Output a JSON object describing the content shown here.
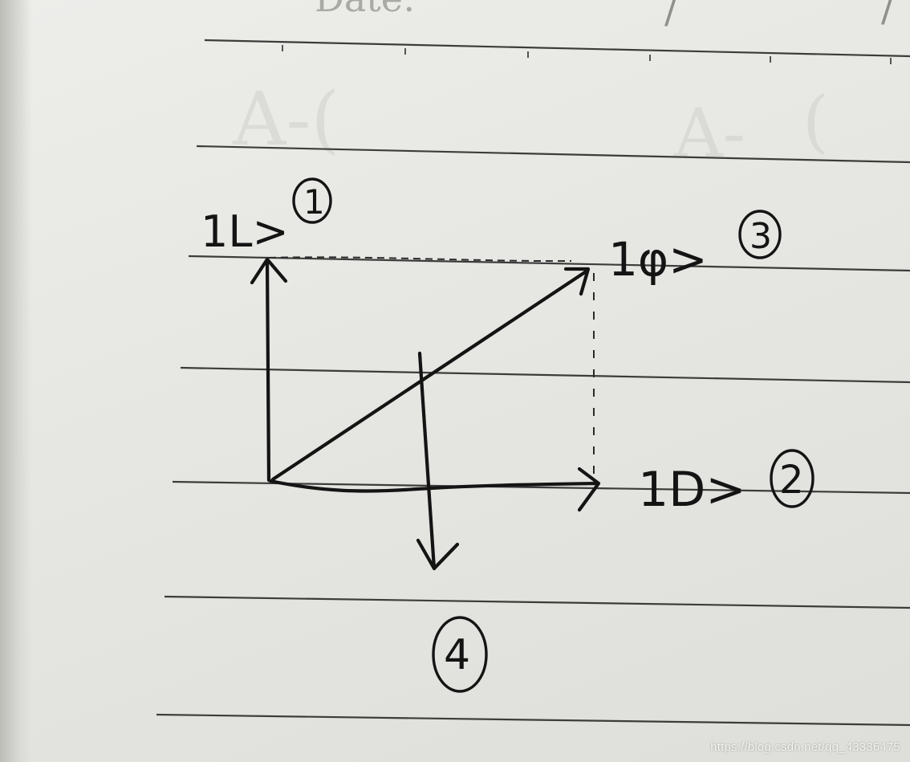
{
  "header": {
    "date_label": "Date:",
    "date_slash": "/"
  },
  "diagram": {
    "nodes": [
      {
        "id": "n1",
        "label": "1L>",
        "marker": "1"
      },
      {
        "id": "n2",
        "label": "1D>",
        "marker": "2"
      },
      {
        "id": "n3",
        "label": "1φ>",
        "marker": "3"
      },
      {
        "id": "n4",
        "label": "",
        "marker": "4"
      }
    ],
    "edges": [
      {
        "from": "origin",
        "to": "n1",
        "style": "arrow"
      },
      {
        "from": "origin",
        "to": "n2",
        "style": "arrow"
      },
      {
        "from": "origin",
        "to": "n3",
        "style": "arrow"
      },
      {
        "from": "n1",
        "to": "n3",
        "style": "dashed"
      },
      {
        "from": "n3",
        "to": "n2",
        "style": "dashed"
      },
      {
        "from": "top",
        "to": "n4",
        "style": "arrow"
      }
    ]
  },
  "colors": {
    "ink": "#141414",
    "paper": "#e9e9e5",
    "rule": "#3a3a3a"
  },
  "watermark": "https://blog.csdn.net/qq_43336475"
}
